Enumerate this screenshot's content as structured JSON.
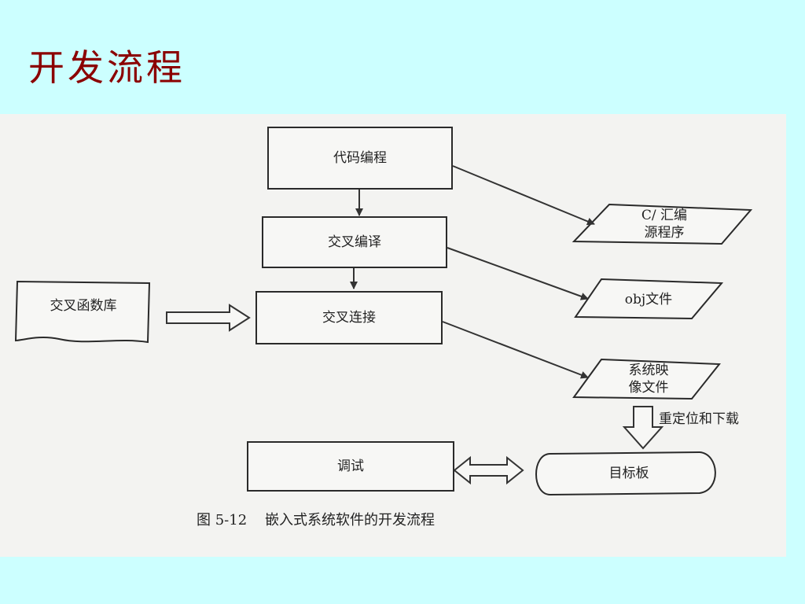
{
  "slide": {
    "title": "开发流程"
  },
  "diagram": {
    "nodes": {
      "code": "代码编程",
      "compile": "交叉编译",
      "link": "交叉连接",
      "library": "交叉函数库",
      "debug": "调试",
      "target": "目标板",
      "asm_line1": "C/ 汇编",
      "asm_line2": "源程序",
      "obj": "obj文件",
      "image_line1": "系统映",
      "image_line2": "像文件"
    },
    "edge_labels": {
      "relocate": "重定位和下载"
    },
    "caption": "图 5-12    嵌入式系统软件的开发流程"
  }
}
